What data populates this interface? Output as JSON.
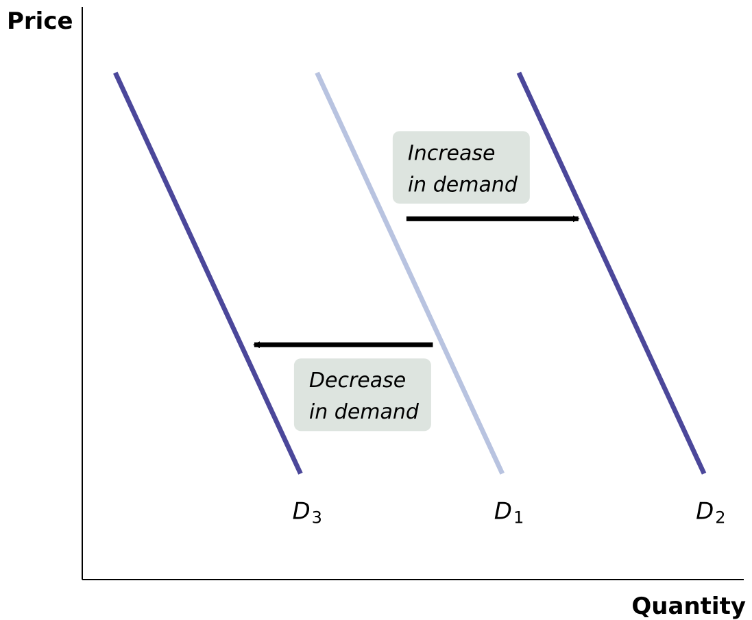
{
  "chart_data": {
    "type": "line",
    "title": "",
    "xlabel": "Quantity",
    "ylabel": "Price",
    "xlim": [
      0,
      10
    ],
    "ylim": [
      0,
      10
    ],
    "grid": false,
    "legend": "none",
    "series": [
      {
        "label_letter": "D",
        "label_sub": "3",
        "color": "#4b479a",
        "x": [
          0.5,
          3.3
        ],
        "y": [
          8.85,
          1.85
        ]
      },
      {
        "label_letter": "D",
        "label_sub": "1",
        "color": "#b8c3e0",
        "x": [
          3.55,
          6.35
        ],
        "y": [
          8.85,
          1.85
        ]
      },
      {
        "label_letter": "D",
        "label_sub": "2",
        "color": "#4b479a",
        "x": [
          6.6,
          9.4
        ],
        "y": [
          8.85,
          1.85
        ]
      }
    ],
    "annotations": [
      {
        "line1": "Increase",
        "line2": "in demand",
        "arrow_from": [
          4.9,
          6.3
        ],
        "arrow_to": [
          7.5,
          6.3
        ]
      },
      {
        "line1": "Decrease",
        "line2": "in demand",
        "arrow_from": [
          5.3,
          4.1
        ],
        "arrow_to": [
          2.6,
          4.1
        ]
      }
    ]
  }
}
